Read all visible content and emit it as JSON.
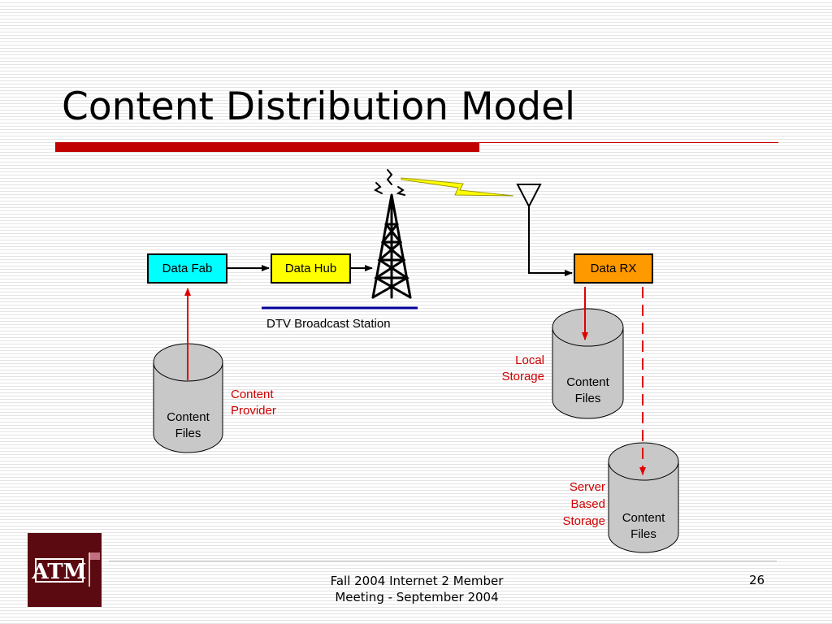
{
  "slide": {
    "title": "Content Distribution Model",
    "footer_line1": "Fall 2004 Internet 2 Member",
    "footer_line2": "Meeting - September 2004",
    "page_number": "26"
  },
  "logo": {
    "text": "ATM",
    "icon": "texas-am-logo-icon"
  },
  "nodes": {
    "data_fab": "Data Fab",
    "data_hub": "Data Hub",
    "data_rx": "Data RX",
    "dtv_station": "DTV Broadcast Station"
  },
  "storage": {
    "provider": {
      "label_line1": "Content",
      "label_line2": "Provider",
      "cyl_line1": "Content",
      "cyl_line2": "Files"
    },
    "local": {
      "label_line1": "Local",
      "label_line2": "Storage",
      "cyl_line1": "Content",
      "cyl_line2": "Files"
    },
    "server": {
      "label_line1": "Server",
      "label_line2": "Based",
      "label_line3": "Storage",
      "cyl_line1": "Content",
      "cyl_line2": "Files"
    }
  },
  "colors": {
    "data_fab": "#00ffff",
    "data_hub": "#ffff00",
    "data_rx": "#ff9900",
    "accent_red": "#c00000",
    "arrow_red": "#e00000",
    "station_line": "#000099",
    "lightning": "#ffff00"
  }
}
